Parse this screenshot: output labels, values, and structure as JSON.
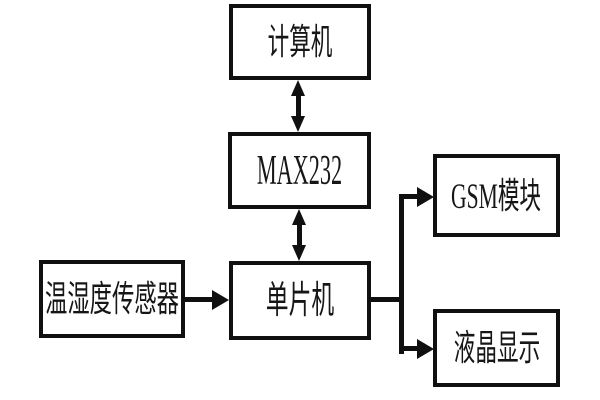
{
  "diagram": {
    "background_color": "#ffffff",
    "line_color": "#101010",
    "box_fill": "#ffffff",
    "box_border_color": "#101010",
    "nodes": [
      {
        "id": "computer",
        "label": "计算机"
      },
      {
        "id": "max232",
        "label": "MAX232"
      },
      {
        "id": "mcu",
        "label": "单片机"
      },
      {
        "id": "sensor",
        "label": "温湿度传感器"
      },
      {
        "id": "gsm",
        "label": "GSM模块"
      },
      {
        "id": "lcd",
        "label": "液晶显示"
      }
    ],
    "edges": [
      {
        "from": "computer",
        "to": "max232",
        "direction": "bidirectional"
      },
      {
        "from": "max232",
        "to": "mcu",
        "direction": "bidirectional"
      },
      {
        "from": "sensor",
        "to": "mcu",
        "direction": "one-way"
      },
      {
        "from": "mcu",
        "to": "gsm",
        "direction": "one-way"
      },
      {
        "from": "mcu",
        "to": "lcd",
        "direction": "one-way"
      }
    ]
  }
}
